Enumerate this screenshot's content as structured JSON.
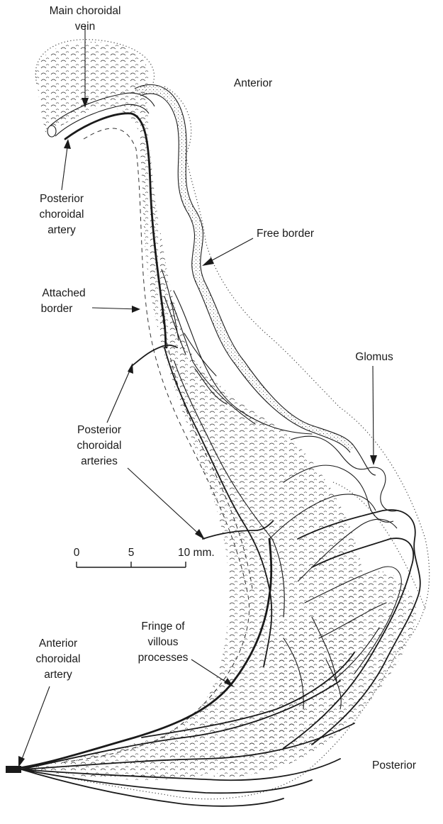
{
  "labels": {
    "main_choroidal_vein": [
      "Main choroidal",
      "vein"
    ],
    "anterior": "Anterior",
    "posterior_choroidal_artery": [
      "Posterior",
      "choroidal",
      "artery"
    ],
    "free_border": "Free border",
    "attached_border": [
      "Attached",
      "border"
    ],
    "glomus": "Glomus",
    "posterior_choroidal_arteries": [
      "Posterior",
      "choroidal",
      "arteries"
    ],
    "fringe_villous": [
      "Fringe of",
      "villous",
      "processes"
    ],
    "anterior_choroidal_artery": [
      "Anterior",
      "choroidal",
      "artery"
    ],
    "posterior": "Posterior"
  },
  "scale_bar": {
    "ticks": [
      "0",
      "5",
      "10 mm."
    ]
  },
  "colors": {
    "ink": "#1a1a1a",
    "paper": "#ffffff"
  }
}
